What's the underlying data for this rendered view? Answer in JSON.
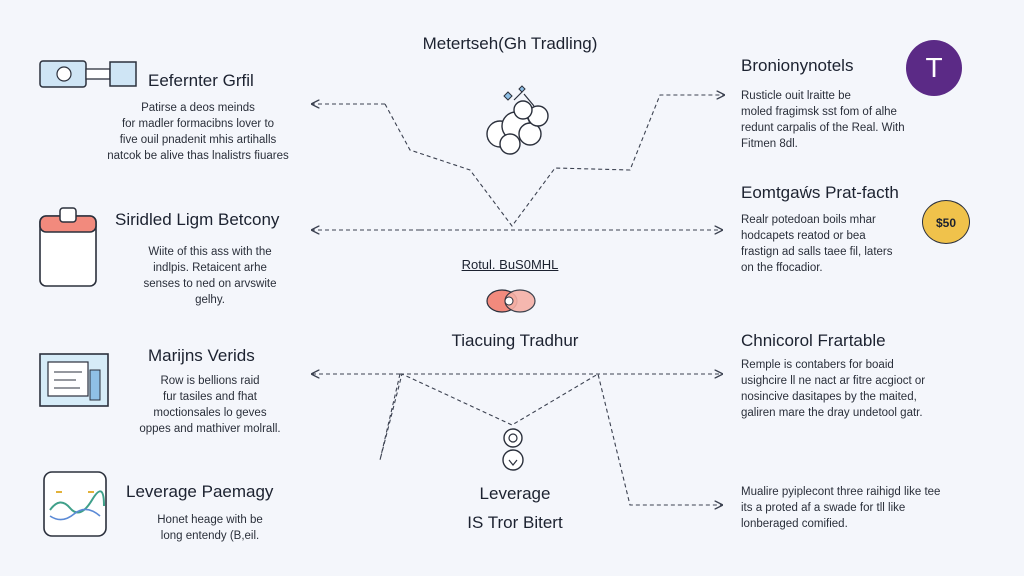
{
  "center": {
    "title": "Metertseh(Gh Tradling)",
    "hub_label": "Rotul. BuS0MHL",
    "node_title": "Tiacuing Tradhur",
    "bottom_title": "Leverage",
    "bottom_sub": "IS Tror Bitert"
  },
  "left": [
    {
      "icon": "plug-icon",
      "heading": "Eefernter Grfil",
      "lines": [
        "Patirse a deos meinds",
        "for madler formacibns lover to",
        "five ouil pnadenit mhis artihalls",
        "natcok be alive thas lnalistrs fiuares"
      ]
    },
    {
      "icon": "clipboard-icon",
      "heading": "Siridled Ligm Betcony",
      "lines": [
        "Wiite of this ass with the",
        "indlpis. Retaicent arhe",
        "senses to ned on arvswite",
        "gelhy."
      ]
    },
    {
      "icon": "monitor-icon",
      "heading": "Marijns Verids",
      "lines": [
        "Row is bellions raid",
        "fur tasiles and fhat",
        "moctionsales lo geves",
        "oppes and mathiver molrall."
      ]
    },
    {
      "icon": "chart-icon",
      "heading": "Leverage Paemagy",
      "lines": [
        "Honet heage with be",
        "long entendy (B,eil."
      ]
    }
  ],
  "right": [
    {
      "icon": "letter-t-icon",
      "badge": "T",
      "heading": "Bronionynotels",
      "lines": [
        "Rusticle ouit lraitte be",
        "moled fragimsk sst fom of alhe",
        "redunt carpalis of the Real. With",
        "Fitmen 8dl."
      ]
    },
    {
      "icon": "coin-icon",
      "badge": "$50",
      "heading": "Eomtgaẃs Prat-facth",
      "lines": [
        "Realr potedoan boils mhar",
        "hodcapets reatod or bea",
        "frastign ad salls taee fil, laters",
        "on the ffocadior."
      ]
    },
    {
      "icon": "",
      "badge": "",
      "heading": "Chnicorol Frartable",
      "lines": [
        "Remple is contabers for boaid",
        "usighcire ll ne nact ar fitre acgioct or",
        "nosincive dasitapes by the maited,",
        "galiren mare the dray undetool gatr."
      ]
    },
    {
      "icon": "",
      "badge": "",
      "heading": "",
      "lines": [
        "Mualire pyiplecont three raihigd like tee",
        "its a proted af a swade for tll like",
        "lonberaged comified."
      ]
    }
  ],
  "colors": {
    "accent_purple": "#5b2a86",
    "accent_gold": "#f0c24b",
    "accent_salmon": "#f28a7d",
    "line": "#3b4150"
  }
}
